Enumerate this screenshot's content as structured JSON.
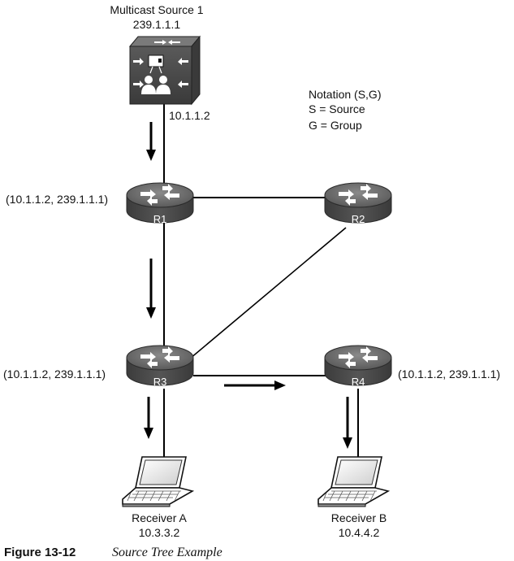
{
  "source": {
    "title": "Multicast Source 1",
    "group": "239.1.1.1",
    "ip": "10.1.1.2",
    "icon": "video-server-icon"
  },
  "notation": {
    "title": "Notation (S,G)",
    "s_line": "S = Source",
    "g_line": "G = Group"
  },
  "routers": [
    {
      "label": "R1",
      "state": "(10.1.1.2, 239.1.1.1)"
    },
    {
      "label": "R2"
    },
    {
      "label": "R3",
      "state": "(10.1.1.2, 239.1.1.1)"
    },
    {
      "label": "R4",
      "state": "(10.1.1.2, 239.1.1.1)"
    }
  ],
  "receivers": [
    {
      "name": "Receiver A",
      "ip": "10.3.3.2",
      "icon": "laptop-icon"
    },
    {
      "name": "Receiver B",
      "ip": "10.4.4.2",
      "icon": "laptop-icon"
    }
  ],
  "caption": {
    "label": "Figure 13-12",
    "title": "Source Tree Example"
  },
  "colors": {
    "device": "#4a4a4a",
    "line": "#000000"
  }
}
